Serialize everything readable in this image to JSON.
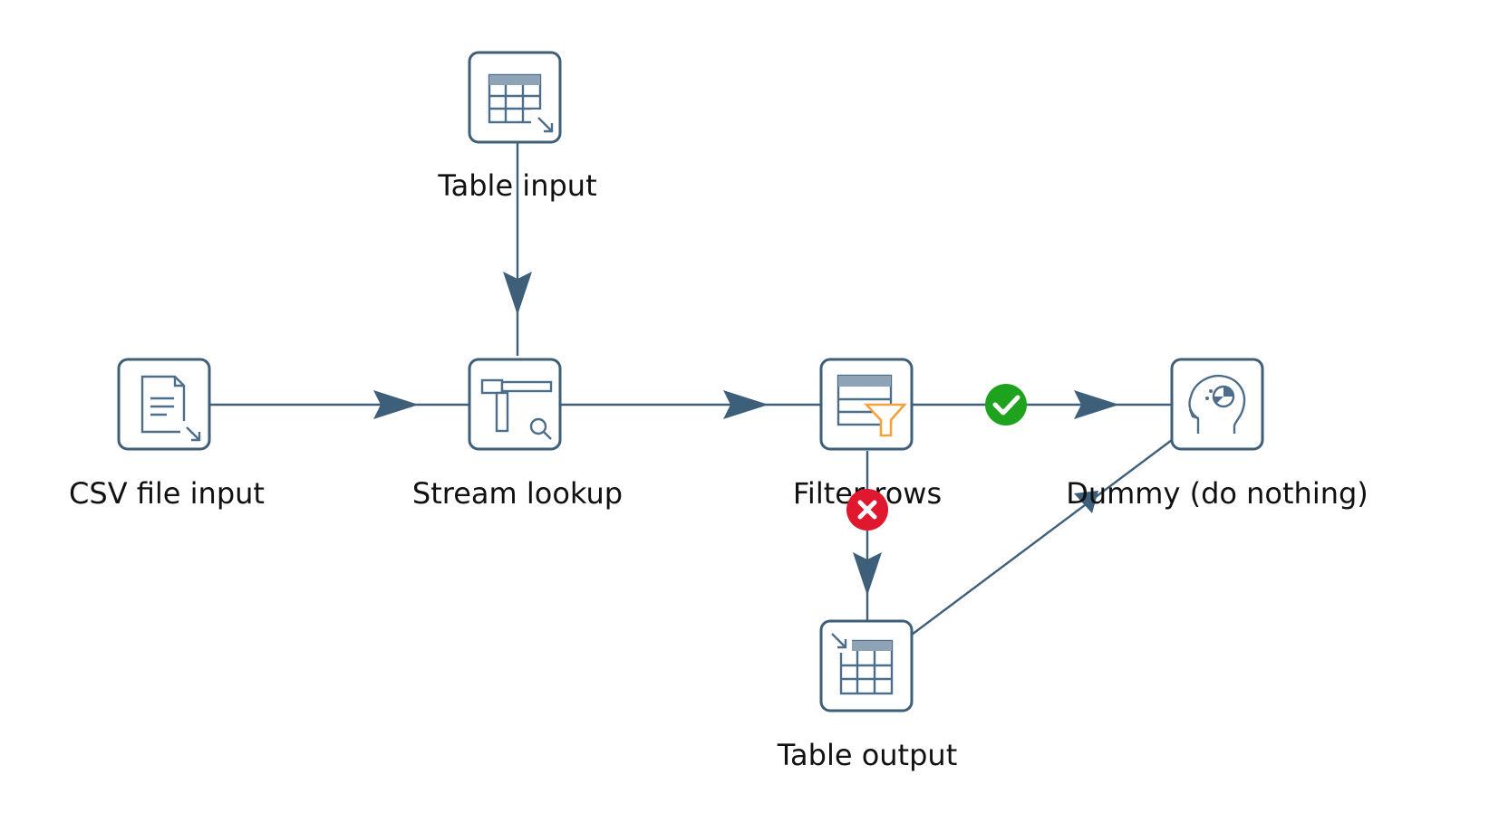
{
  "transformation": {
    "steps": [
      {
        "id": "table-input",
        "label": "Table input",
        "icon": "table-input-icon"
      },
      {
        "id": "csv-file-input",
        "label": "CSV file input",
        "icon": "csv-file-icon"
      },
      {
        "id": "stream-lookup",
        "label": "Stream lookup",
        "icon": "stream-lookup-icon"
      },
      {
        "id": "filter-rows",
        "label": "Filter rows",
        "icon": "filter-rows-icon"
      },
      {
        "id": "dummy",
        "label": "Dummy (do nothing)",
        "icon": "dummy-head-icon"
      },
      {
        "id": "table-output",
        "label": "Table output",
        "icon": "table-output-icon"
      }
    ],
    "hops": [
      {
        "from": "table-input",
        "to": "stream-lookup",
        "type": "normal"
      },
      {
        "from": "csv-file-input",
        "to": "stream-lookup",
        "type": "normal"
      },
      {
        "from": "stream-lookup",
        "to": "filter-rows",
        "type": "normal"
      },
      {
        "from": "filter-rows",
        "to": "dummy",
        "type": "true",
        "badge": "check-icon"
      },
      {
        "from": "filter-rows",
        "to": "table-output",
        "type": "false",
        "badge": "x-icon"
      },
      {
        "from": "table-output",
        "to": "dummy",
        "type": "normal"
      }
    ]
  },
  "colors": {
    "hop": "#3e5f7a",
    "true_badge": "#1fa31f",
    "false_badge": "#e0182f",
    "filter_funnel": "#f3a33a"
  }
}
